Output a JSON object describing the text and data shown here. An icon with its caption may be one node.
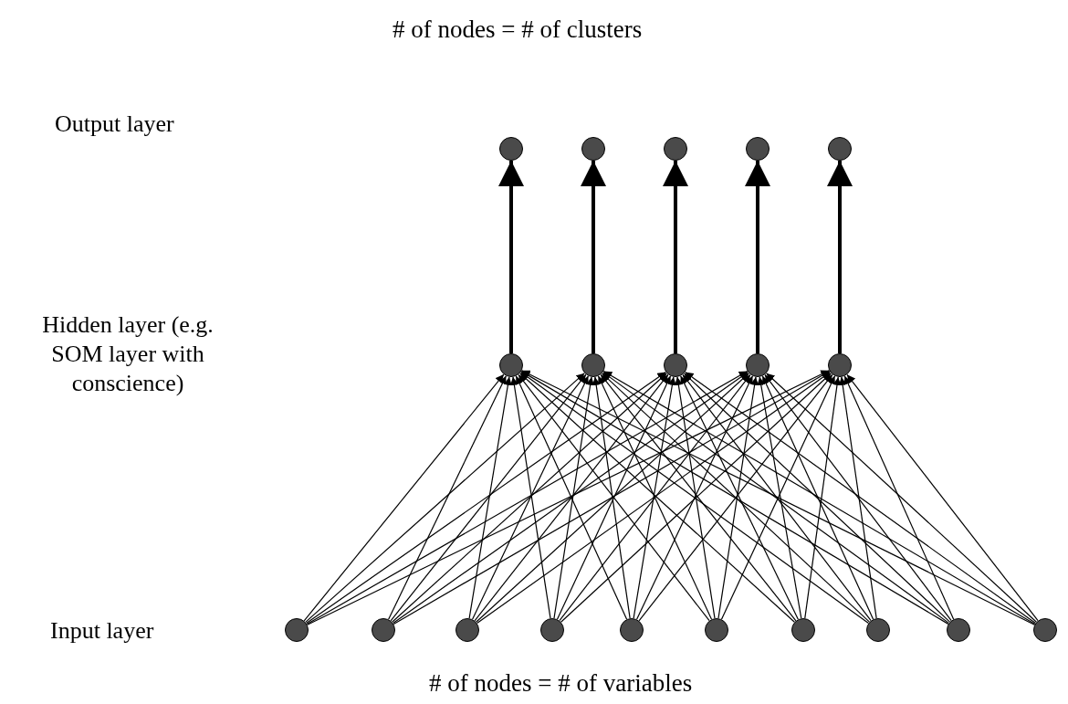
{
  "diagram": {
    "title": "# of nodes = # of clusters",
    "caption": "# of nodes = # of variables",
    "nodes": [
      {
        "text": [],
        "shape": "circle"
      },
      {
        "text": [],
        "shape": "circle"
      },
      {
        "text": [],
        "shape": "circle"
      },
      {
        "text": [],
        "shape": "circle"
      },
      {
        "text": [],
        "shape": "circle"
      },
      {
        "text": [],
        "shape": "circle"
      },
      {
        "text": [],
        "shape": "circle"
      },
      {
        "text": [],
        "shape": "circle"
      },
      {
        "text": [],
        "shape": "circle"
      },
      {
        "text": [],
        "shape": "circle"
      },
      {
        "text": [],
        "shape": "circle"
      },
      {
        "text": [],
        "shape": "circle"
      },
      {
        "text": [],
        "shape": "circle"
      },
      {
        "text": [],
        "shape": "circle"
      },
      {
        "text": [],
        "shape": "circle"
      },
      {
        "text": [],
        "shape": "circle"
      },
      {
        "text": [],
        "shape": "circle"
      },
      {
        "text": [],
        "shape": "circle"
      },
      {
        "text": [],
        "shape": "circle"
      },
      {
        "text": [],
        "shape": "circle"
      }
    ],
    "edges": [
      {
        "from": 5,
        "to": 0,
        "arrow": "to",
        "style": "thick"
      },
      {
        "from": 6,
        "to": 1,
        "arrow": "to",
        "style": "thick"
      },
      {
        "from": 7,
        "to": 2,
        "arrow": "to",
        "style": "thick"
      },
      {
        "from": 8,
        "to": 3,
        "arrow": "to",
        "style": "thick"
      },
      {
        "from": 9,
        "to": 4,
        "arrow": "to",
        "style": "thick"
      },
      {
        "from": 10,
        "to": 5,
        "arrow": "to"
      },
      {
        "from": 10,
        "to": 6,
        "arrow": "to"
      },
      {
        "from": 10,
        "to": 7,
        "arrow": "to"
      },
      {
        "from": 10,
        "to": 8,
        "arrow": "to"
      },
      {
        "from": 10,
        "to": 9,
        "arrow": "to"
      },
      {
        "from": 11,
        "to": 5,
        "arrow": "to"
      },
      {
        "from": 11,
        "to": 6,
        "arrow": "to"
      },
      {
        "from": 11,
        "to": 7,
        "arrow": "to"
      },
      {
        "from": 11,
        "to": 8,
        "arrow": "to"
      },
      {
        "from": 11,
        "to": 9,
        "arrow": "to"
      },
      {
        "from": 12,
        "to": 5,
        "arrow": "to"
      },
      {
        "from": 12,
        "to": 6,
        "arrow": "to"
      },
      {
        "from": 12,
        "to": 7,
        "arrow": "to"
      },
      {
        "from": 12,
        "to": 8,
        "arrow": "to"
      },
      {
        "from": 12,
        "to": 9,
        "arrow": "to"
      },
      {
        "from": 13,
        "to": 5,
        "arrow": "to"
      },
      {
        "from": 13,
        "to": 6,
        "arrow": "to"
      },
      {
        "from": 13,
        "to": 7,
        "arrow": "to"
      },
      {
        "from": 13,
        "to": 8,
        "arrow": "to"
      },
      {
        "from": 13,
        "to": 9,
        "arrow": "to"
      },
      {
        "from": 14,
        "to": 5,
        "arrow": "to"
      },
      {
        "from": 14,
        "to": 6,
        "arrow": "to"
      },
      {
        "from": 14,
        "to": 7,
        "arrow": "to"
      },
      {
        "from": 14,
        "to": 8,
        "arrow": "to"
      },
      {
        "from": 14,
        "to": 9,
        "arrow": "to"
      },
      {
        "from": 15,
        "to": 5,
        "arrow": "to"
      },
      {
        "from": 15,
        "to": 6,
        "arrow": "to"
      },
      {
        "from": 15,
        "to": 7,
        "arrow": "to"
      },
      {
        "from": 15,
        "to": 8,
        "arrow": "to"
      },
      {
        "from": 15,
        "to": 9,
        "arrow": "to"
      },
      {
        "from": 16,
        "to": 5,
        "arrow": "to"
      },
      {
        "from": 16,
        "to": 6,
        "arrow": "to"
      },
      {
        "from": 16,
        "to": 7,
        "arrow": "to"
      },
      {
        "from": 16,
        "to": 8,
        "arrow": "to"
      },
      {
        "from": 16,
        "to": 9,
        "arrow": "to"
      },
      {
        "from": 17,
        "to": 5,
        "arrow": "to"
      },
      {
        "from": 17,
        "to": 6,
        "arrow": "to"
      },
      {
        "from": 17,
        "to": 7,
        "arrow": "to"
      },
      {
        "from": 17,
        "to": 8,
        "arrow": "to"
      },
      {
        "from": 17,
        "to": 9,
        "arrow": "to"
      },
      {
        "from": 18,
        "to": 5,
        "arrow": "to"
      },
      {
        "from": 18,
        "to": 6,
        "arrow": "to"
      },
      {
        "from": 18,
        "to": 7,
        "arrow": "to"
      },
      {
        "from": 18,
        "to": 8,
        "arrow": "to"
      },
      {
        "from": 18,
        "to": 9,
        "arrow": "to"
      },
      {
        "from": 19,
        "to": 5,
        "arrow": "to"
      },
      {
        "from": 19,
        "to": 6,
        "arrow": "to"
      },
      {
        "from": 19,
        "to": 7,
        "arrow": "to"
      },
      {
        "from": 19,
        "to": 8,
        "arrow": "to"
      },
      {
        "from": 19,
        "to": 9,
        "arrow": "to"
      }
    ],
    "labels": [
      "Output layer",
      "Hidden layer (e.g. SOM layer with conscience)",
      "Input layer"
    ]
  }
}
